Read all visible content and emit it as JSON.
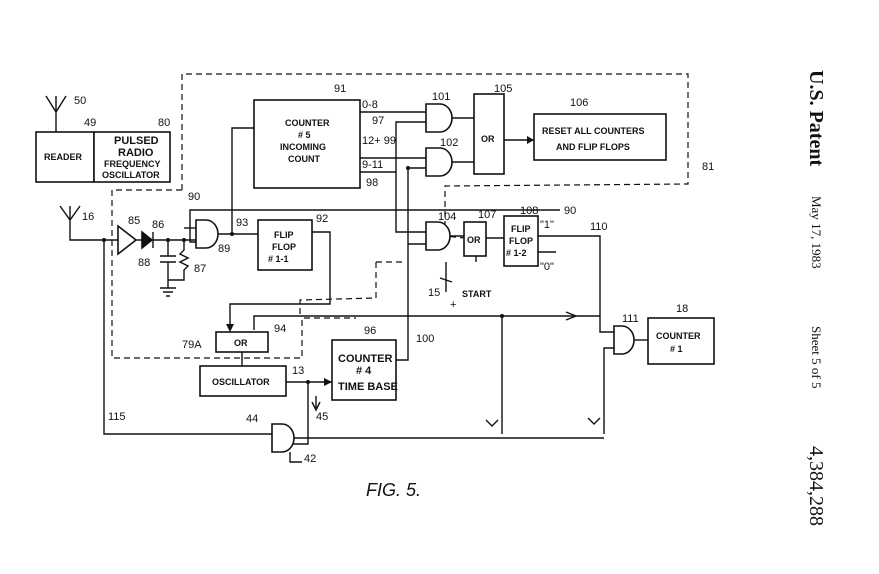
{
  "header": {
    "office": "U.S. Patent",
    "date": "May 17, 1983",
    "sheet": "Sheet 5 of 5",
    "patent_no": "4,384,288"
  },
  "figure": {
    "caption": "FIG. 5."
  },
  "blocks": {
    "reader": "READER",
    "pulsed": [
      "PULSED",
      "RADIO",
      "FREQUENCY",
      "OSCILLATOR"
    ],
    "counter5": [
      "COUNTER",
      "# 5",
      "INCOMING",
      "COUNT"
    ],
    "or105": "OR",
    "reset": [
      "RESET ALL COUNTERS",
      "AND FLIP FLOPS"
    ],
    "ff11": [
      "FLIP",
      "FLOP",
      "# 1-1"
    ],
    "or107": "OR",
    "ff12": [
      "FLIP",
      "FLOP",
      "# 1-2"
    ],
    "counter1": [
      "COUNTER",
      "# 1"
    ],
    "or94": "OR",
    "oscillator": "OSCILLATOR",
    "counter4": [
      "COUNTER",
      "# 4",
      "TIME BASE"
    ],
    "start": "START",
    "plus": "+"
  },
  "outputs": {
    "c5_o1": "0-8",
    "c5_o2": "12+ 99",
    "c5_o3": "9-11",
    "ff_one": "\"1\"",
    "ff_zero": "\"0\""
  },
  "refs": {
    "r50": "50",
    "r49": "49",
    "r80": "80",
    "r91": "91",
    "r101": "101",
    "r105": "105",
    "r106": "106",
    "r97": "97",
    "r102": "102",
    "r98": "98",
    "r81": "81",
    "r90a": "90",
    "r16": "16",
    "r85": "85",
    "r86": "86",
    "r89": "89",
    "r93": "93",
    "r92": "92",
    "r88": "88",
    "r87": "87",
    "r104": "104",
    "r107": "107",
    "r108": "108",
    "r90b": "90",
    "r110": "110",
    "r15": "15",
    "r111": "111",
    "r18": "18",
    "r79a": "79A",
    "r94": "94",
    "r96": "96",
    "r100": "100",
    "r13": "13",
    "r45": "45",
    "r115": "115",
    "r44": "44",
    "r42": "42"
  }
}
